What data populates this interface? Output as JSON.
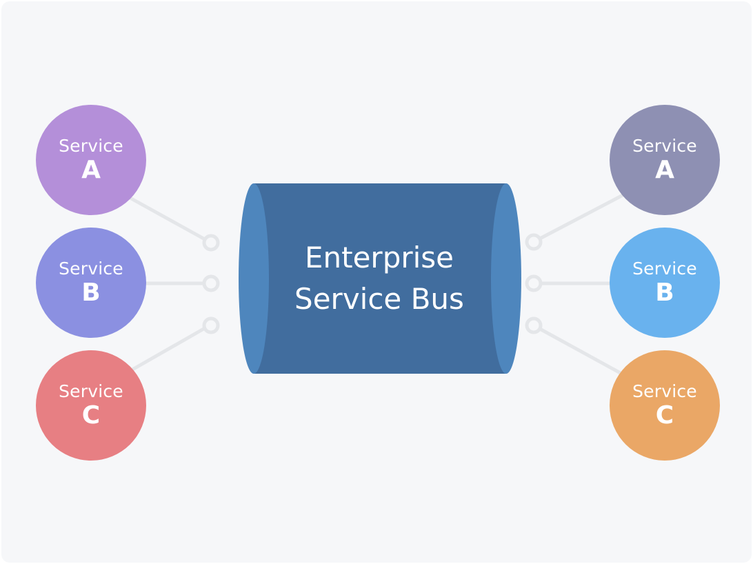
{
  "diagram": {
    "bus": {
      "line1": "Enterprise",
      "line2": "Service Bus",
      "body_color": "#416d9e",
      "cap_color": "#4e86bd"
    },
    "connector_color": "#e4e6e9",
    "left_services": [
      {
        "label": "Service",
        "letter": "A",
        "color": "#b48fd9"
      },
      {
        "label": "Service",
        "letter": "B",
        "color": "#8b90e1"
      },
      {
        "label": "Service",
        "letter": "C",
        "color": "#e77f83"
      }
    ],
    "right_services": [
      {
        "label": "Service",
        "letter": "A",
        "color": "#8e90b3"
      },
      {
        "label": "Service",
        "letter": "B",
        "color": "#69b2ee"
      },
      {
        "label": "Service",
        "letter": "C",
        "color": "#eaa766"
      }
    ]
  }
}
